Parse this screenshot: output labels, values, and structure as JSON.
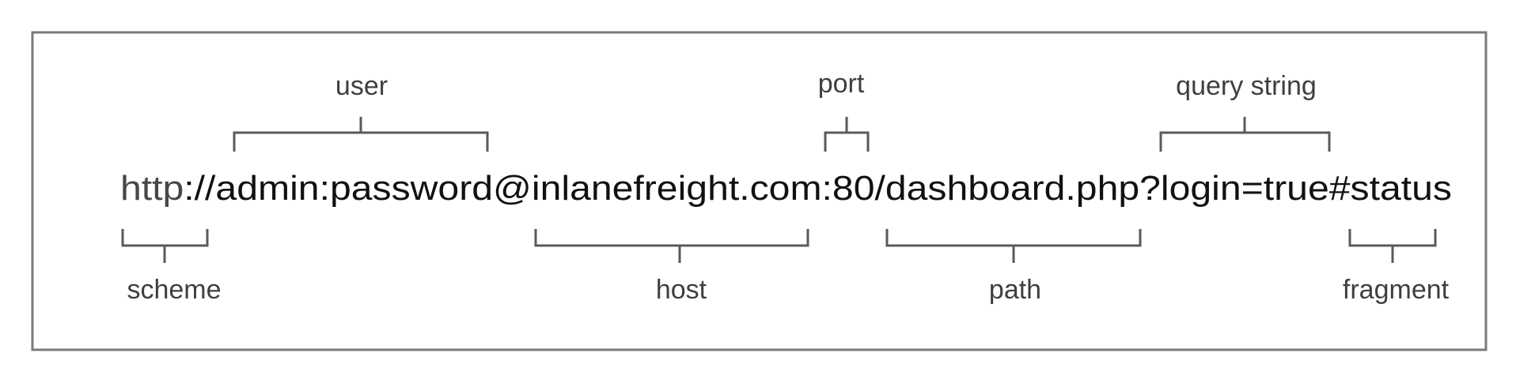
{
  "url": {
    "scheme_part": "http",
    "rest_part": "://admin:password@inlanefreight.com:80/dashboard.php?login=true#status"
  },
  "labels": {
    "user": "user",
    "port": "port",
    "query": "query string",
    "scheme": "scheme",
    "host": "host",
    "path": "path",
    "fragment": "fragment"
  },
  "colors": {
    "scheme": "#474747",
    "url": "#111111",
    "label": "#3f3f3f",
    "bracket": "#5a5a5a",
    "frame": "#7a7a7a"
  }
}
